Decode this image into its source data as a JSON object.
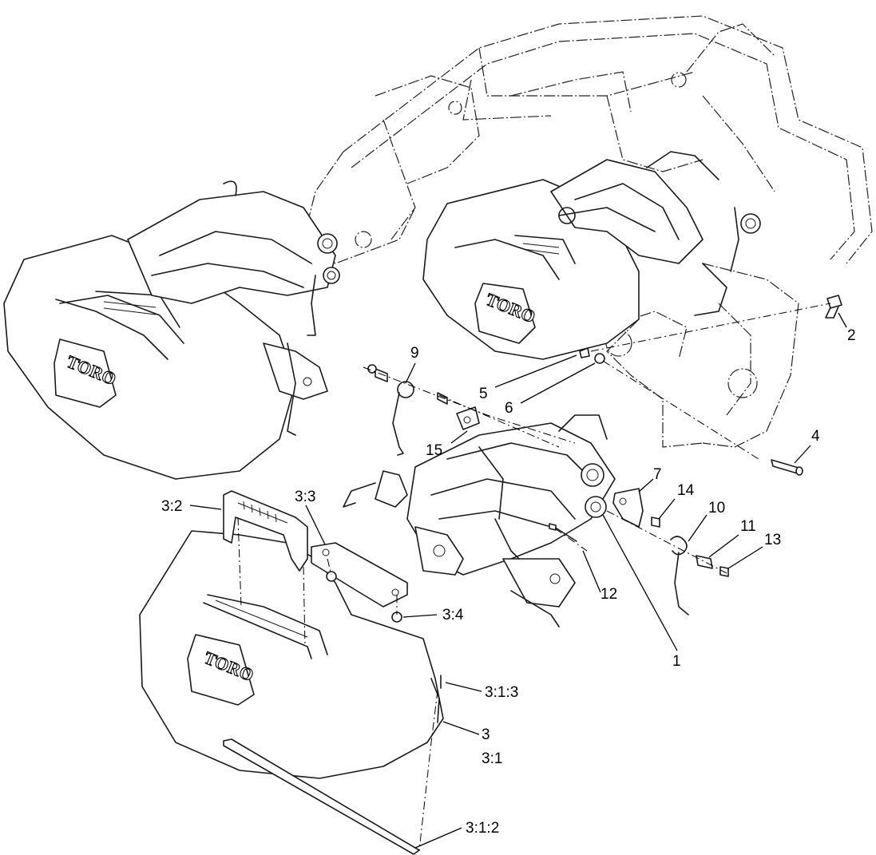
{
  "brand_logo_text": "TORO",
  "callouts": {
    "c1": "1",
    "c2": "2",
    "c3": "3",
    "c3_1": "3:1",
    "c3_1_2": "3:1:2",
    "c3_1_3": "3:1:3",
    "c3_2": "3:2",
    "c3_3": "3:3",
    "c3_4": "3:4",
    "c4": "4",
    "c5": "5",
    "c6": "6",
    "c7": "7",
    "c9": "9",
    "c10": "10",
    "c11": "11",
    "c12": "12",
    "c13": "13",
    "c14": "14",
    "c15": "15"
  }
}
